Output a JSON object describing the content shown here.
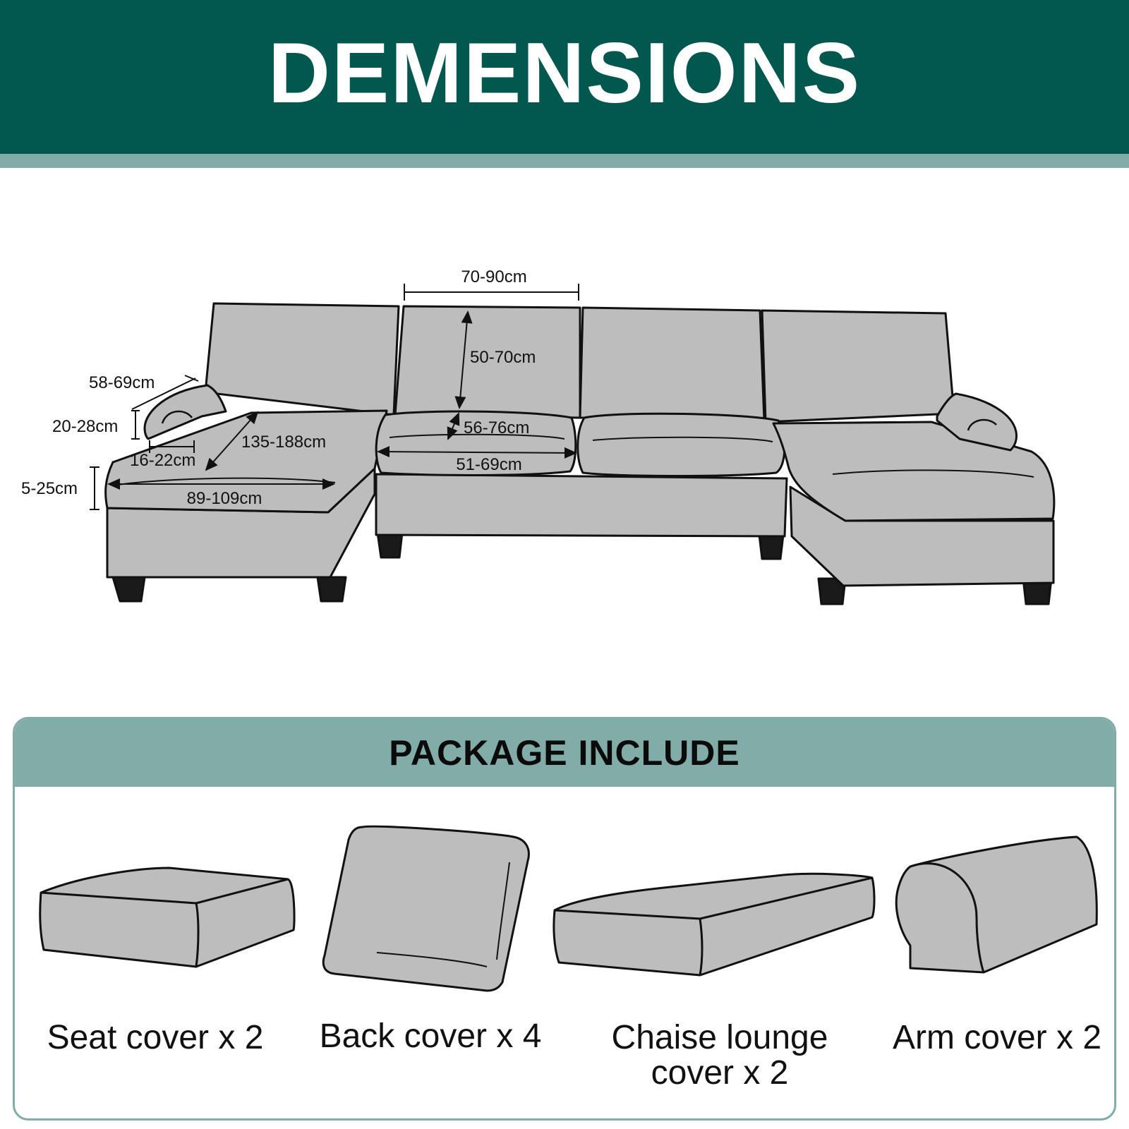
{
  "header": {
    "title": "DEMENSIONS"
  },
  "dimensions": {
    "back_width": "70-90cm",
    "back_height": "50-70cm",
    "chaise_arm_length": "58-69cm",
    "arm_height": "20-28cm",
    "arm_width": "16-22cm",
    "chaise_length": "135-188cm",
    "seat_depth": "56-76cm",
    "seat_width": "51-69cm",
    "cushion_thickness": "5-25cm",
    "chaise_width": "89-109cm"
  },
  "package": {
    "title": "PACKAGE INCLUDE",
    "items": [
      {
        "label": "Seat cover x 2",
        "icon": "seat-cushion-icon"
      },
      {
        "label": "Back cover x 4",
        "icon": "back-cushion-icon"
      },
      {
        "label": "Chaise lounge\ncover x 2",
        "icon": "chaise-cushion-icon"
      },
      {
        "label": "Arm cover x 2",
        "icon": "arm-cover-icon"
      }
    ]
  },
  "colors": {
    "header_bg": "#02574f",
    "accent": "#82aca8",
    "fabric": "#bdbdbd",
    "outline": "#111111"
  }
}
